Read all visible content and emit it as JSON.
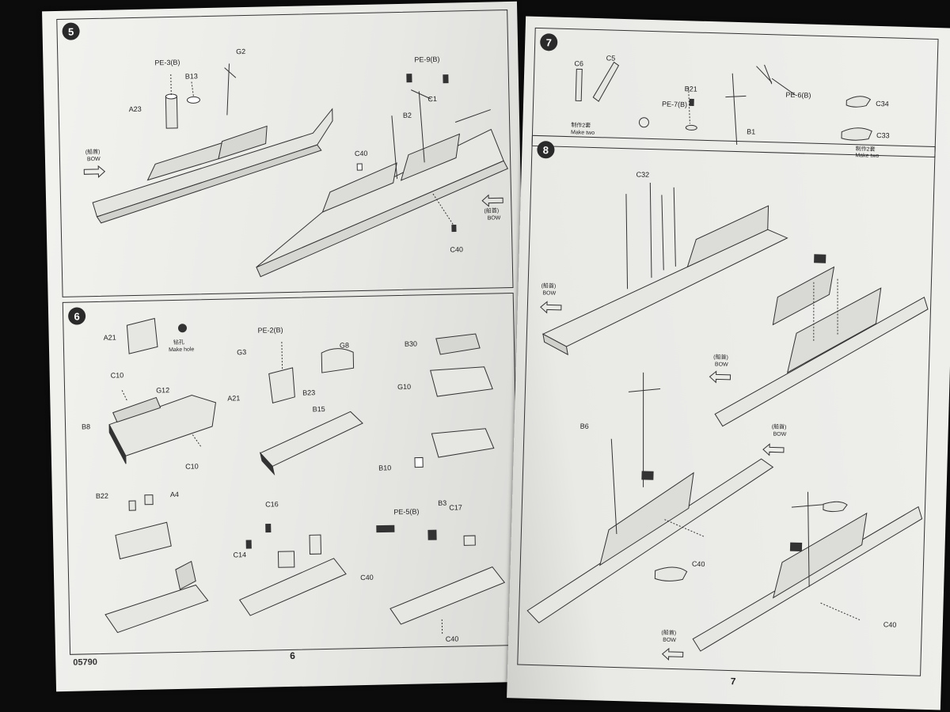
{
  "left_page": {
    "code": "05790",
    "page_number": "6",
    "step5": {
      "number": "5",
      "labels": {
        "pe3b": "PE-3(B)",
        "b13": "B13",
        "a23": "A23",
        "g2": "G2",
        "pe9b": "PE-9(B)",
        "c1": "C1",
        "b2": "B2",
        "c40_top": "C40",
        "c40_bottom": "C40"
      },
      "bow_left": {
        "cn": "(船首)",
        "en": "BOW"
      },
      "bow_right": {
        "cn": "(船首)",
        "en": "BOW"
      }
    },
    "step6": {
      "number": "6",
      "labels": {
        "a21_top": "A21",
        "make_hole_cn": "钻孔",
        "make_hole_en": "Make hole",
        "pe2b": "PE-2(B)",
        "g3": "G3",
        "g8": "G8",
        "b30": "B30",
        "c10_top": "C10",
        "g12": "G12",
        "b8": "B8",
        "c10_bottom": "C10",
        "a21_mid": "A21",
        "b23": "B23",
        "b15": "B15",
        "g10": "G10",
        "b10": "B10",
        "b22": "B22",
        "a4": "A4",
        "c16": "C16",
        "c14": "C14",
        "pe5b": "PE-5(B)",
        "b3": "B3",
        "c17": "C17",
        "c40_a": "C40",
        "c40_b": "C40"
      }
    }
  },
  "right_page": {
    "page_number": "7",
    "step7": {
      "number": "7",
      "labels": {
        "c6": "C6",
        "c5": "C5",
        "make_two_cn_1": "制作2套",
        "make_two_en_1": "Make two",
        "b21": "B21",
        "pe7b": "PE-7(B)",
        "pe6b": "PE-6(B)",
        "b1": "B1",
        "c34": "C34",
        "c33": "C33",
        "make_two_cn_2": "制作2套",
        "make_two_en_2": "Make two"
      }
    },
    "step8": {
      "number": "8",
      "labels": {
        "c32": "C32",
        "b6": "B6",
        "c40_a": "C40",
        "c40_b": "C40"
      },
      "bow_top": {
        "cn": "(船首)",
        "en": "BOW"
      },
      "bow_mid": {
        "cn": "(船首)",
        "en": "BOW"
      },
      "bow_right": {
        "cn": "(船首)",
        "en": "BOW"
      },
      "bow_bottom": {
        "cn": "(船首)",
        "en": "BOW"
      }
    }
  }
}
